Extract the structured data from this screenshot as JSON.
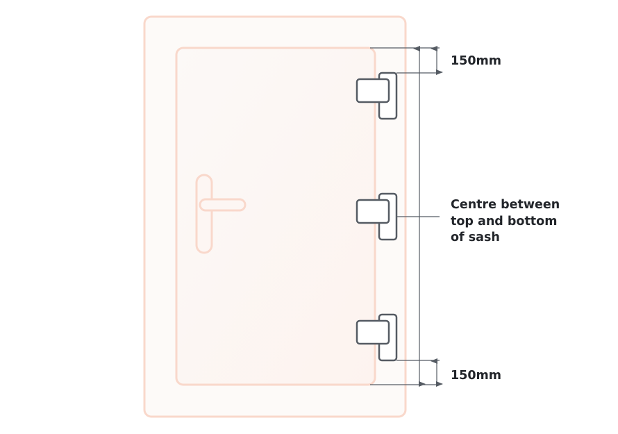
{
  "labels": {
    "top_offset": "150mm",
    "bottom_offset": "150mm",
    "middle_line1": "Centre between",
    "middle_line2": "top and bottom",
    "middle_line3": "of sash"
  },
  "colors": {
    "frame_stroke": "#f9d8cb",
    "frame_fill": "#fdf9f6",
    "hinge_stroke": "#555b63",
    "dimension_line": "#555b63",
    "text": "#22252a"
  }
}
